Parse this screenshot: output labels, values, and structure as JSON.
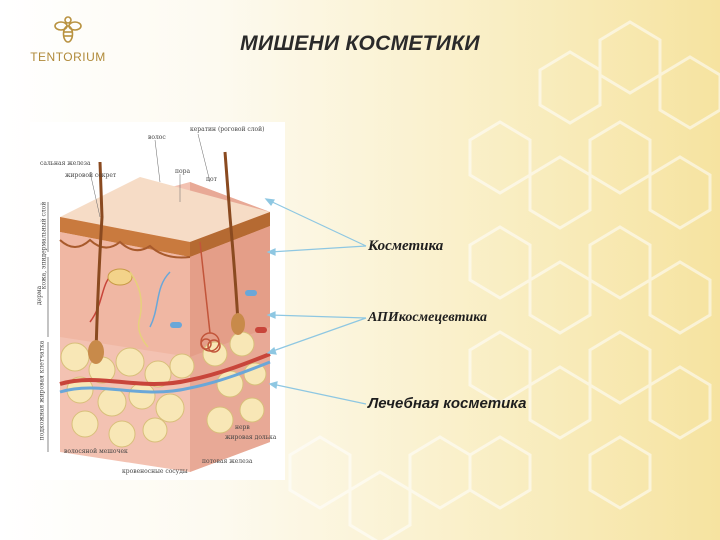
{
  "header": {
    "brand": "TENTORIUM",
    "title": "МИШЕНИ КОСМЕТИКИ"
  },
  "diagram": {
    "labels": {
      "hair_shaft": "волос",
      "horny_layer": "кератин (роговой слой)",
      "sebum": "жировой секрет",
      "pore": "пора",
      "sweat": "пот",
      "sebaceous_gland": "сальная железа",
      "nerve": "нерв",
      "fat_lobule": "жировая долька",
      "sweat_gland": "потовая железа",
      "blood_vessels": "кровеносные сосуды",
      "follicle": "волосяной мешочек",
      "epidermis_side": "кожа, эпидермальный слой",
      "dermis_side": "дерма",
      "hypodermis_side": "подкожная жировая клетчатка"
    }
  },
  "callouts": {
    "cosmetics": "Косметика",
    "api_cosmeceutics": "АПИкосмецевтика",
    "medical_cosmetics": "Лечебная косметика"
  },
  "colors": {
    "accent_gold": "#b89240",
    "arrow_blue": "#8ec7e2"
  }
}
